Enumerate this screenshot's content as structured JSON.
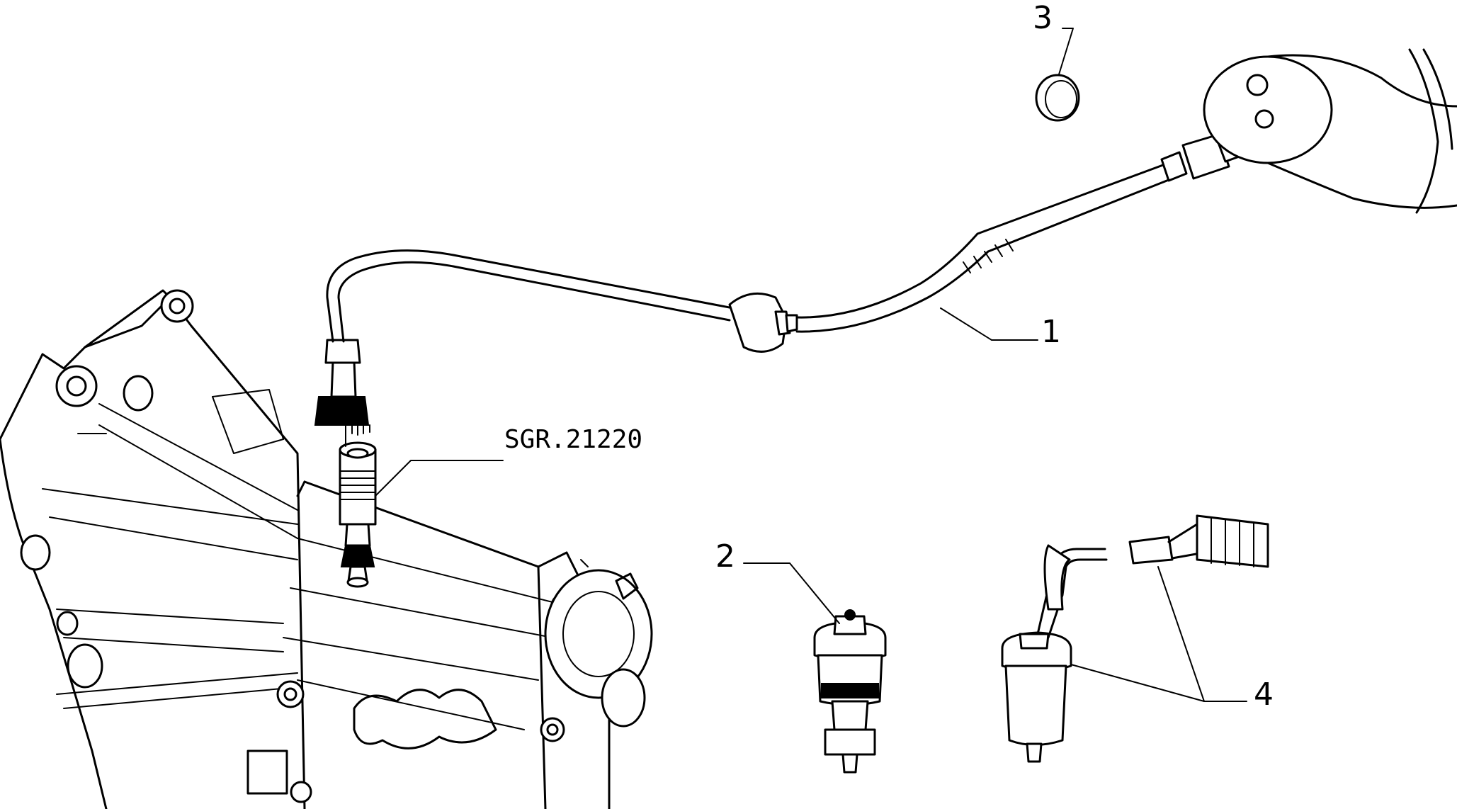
{
  "callouts": {
    "part_1": "1",
    "part_2": "2",
    "part_3": "3",
    "part_4": "4",
    "reference": "SGR.21220"
  }
}
